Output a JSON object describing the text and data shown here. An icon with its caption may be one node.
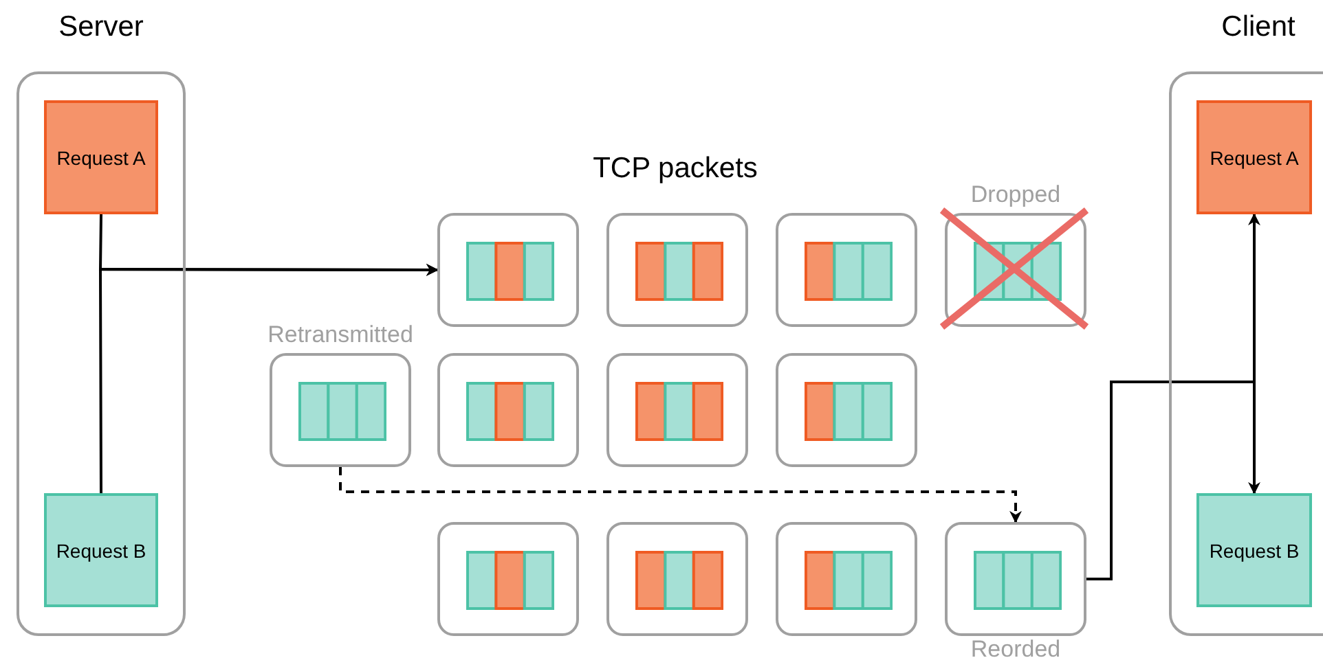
{
  "diagram": {
    "nodes": [
      {
        "text": [
          "Server"
        ]
      },
      {
        "text": [
          "Request A"
        ],
        "in": 0
      },
      {
        "text": [
          "Request B"
        ],
        "in": 0
      },
      {
        "text": [
          "Client"
        ]
      },
      {
        "text": [
          "Request A"
        ],
        "in": 3
      },
      {
        "text": [
          "Request B"
        ],
        "in": 3
      },
      {
        "text": [],
        "shape": "box"
      },
      {
        "text": [],
        "shape": "box"
      },
      {
        "text": [],
        "shape": "box"
      },
      {
        "text": [
          "Dropped"
        ]
      },
      {
        "text": [
          "Retransmitted"
        ]
      },
      {
        "text": [],
        "shape": "box"
      },
      {
        "text": [],
        "shape": "box"
      },
      {
        "text": [],
        "shape": "box"
      },
      {
        "text": [],
        "shape": "box"
      },
      {
        "text": [],
        "shape": "box"
      },
      {
        "text": [],
        "shape": "box"
      },
      {
        "text": [
          "Reorded"
        ]
      }
    ],
    "edges": [
      {
        "from": 1,
        "to": 6,
        "arrow": "to"
      },
      {
        "from": 2,
        "to": 6,
        "arrow": "to"
      },
      {
        "from": 10,
        "to": 17,
        "arrow": "to",
        "style": "dashed"
      },
      {
        "from": 17,
        "to": 4,
        "arrow": "to"
      },
      {
        "from": 17,
        "to": 5,
        "arrow": "to"
      }
    ],
    "labels": [
      "TCP packets"
    ]
  }
}
